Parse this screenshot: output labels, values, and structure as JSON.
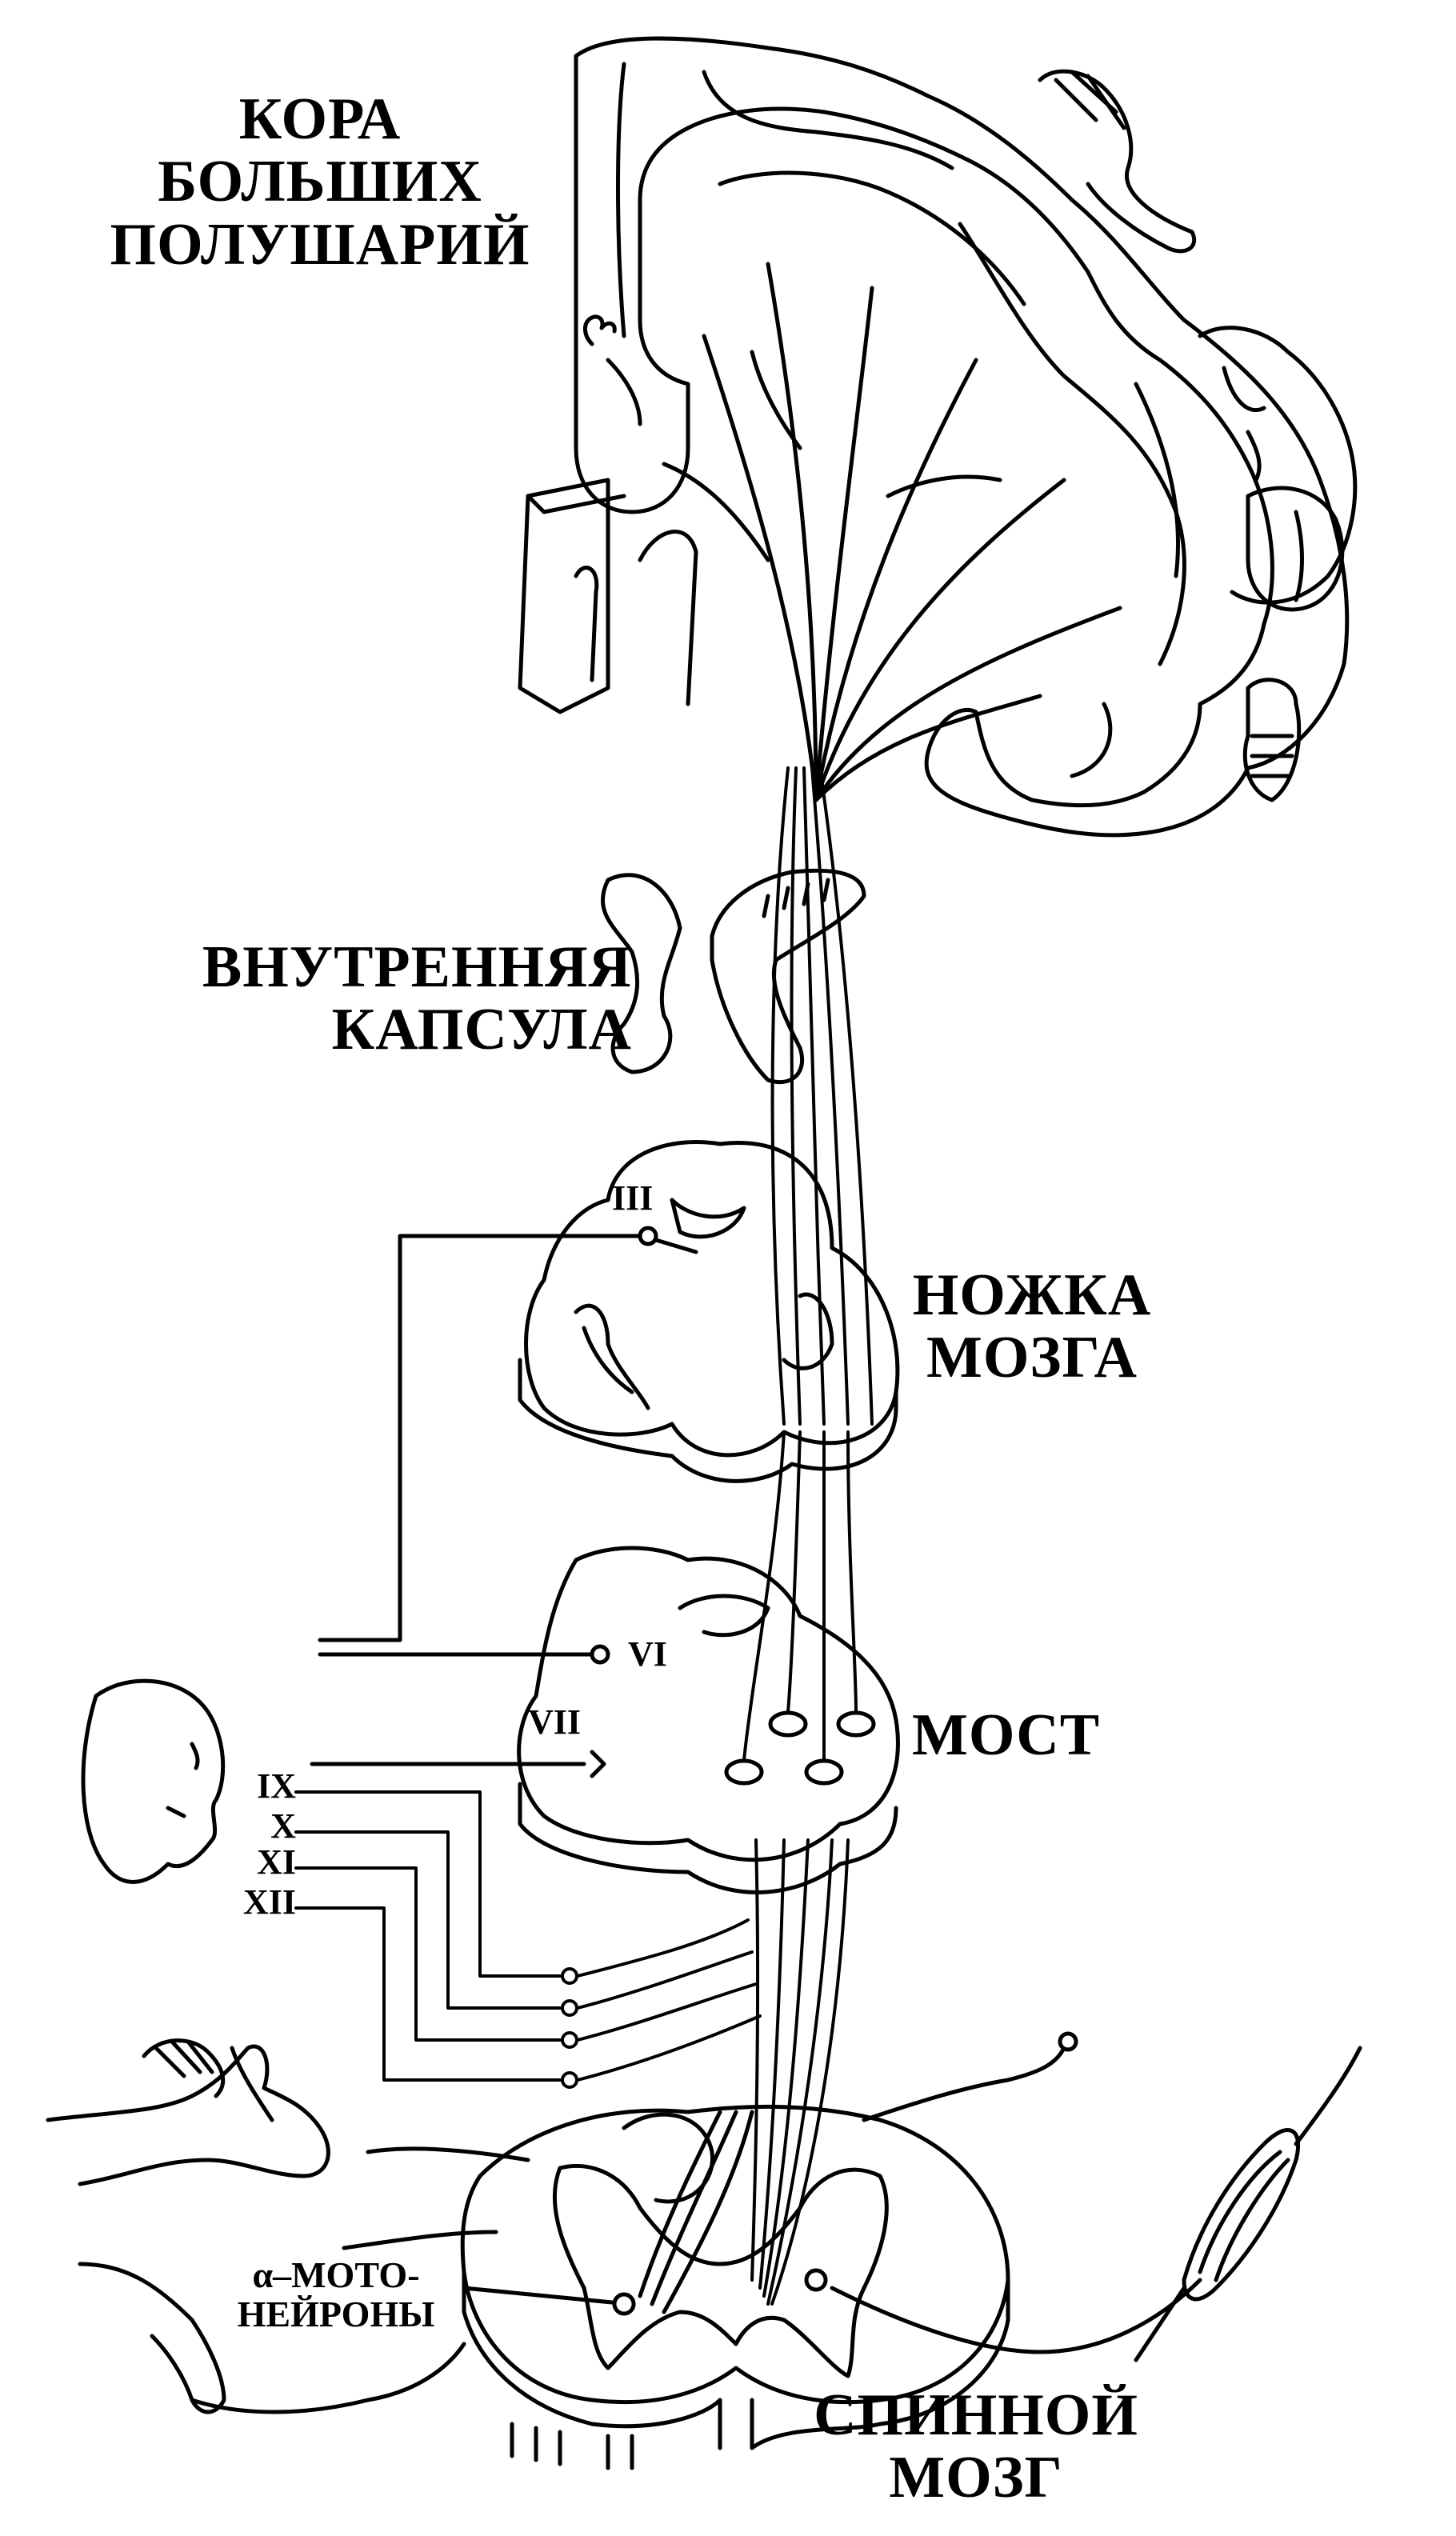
{
  "labels": {
    "cortex": [
      "КОРА",
      "БОЛЬШИХ",
      "ПОЛУШАРИЙ"
    ],
    "internal_capsule": [
      "ВНУТРЕННЯЯ",
      "КАПСУЛА"
    ],
    "cerebral_peduncle": [
      "НОЖКА",
      "МОЗГА"
    ],
    "pons": "МОСТ",
    "spinal_cord": [
      "СПИННОЙ",
      "МОЗГ"
    ],
    "motoneurons": [
      "α–МОТО-",
      "НЕЙРОНЫ"
    ]
  },
  "cranial_nerves": {
    "iii": "III",
    "vi": "VI",
    "vii": "VII",
    "ix": "IX",
    "x": "X",
    "xi": "XI",
    "xii": "XII"
  },
  "colors": {
    "ink": "#000000",
    "paper": "#ffffff"
  }
}
